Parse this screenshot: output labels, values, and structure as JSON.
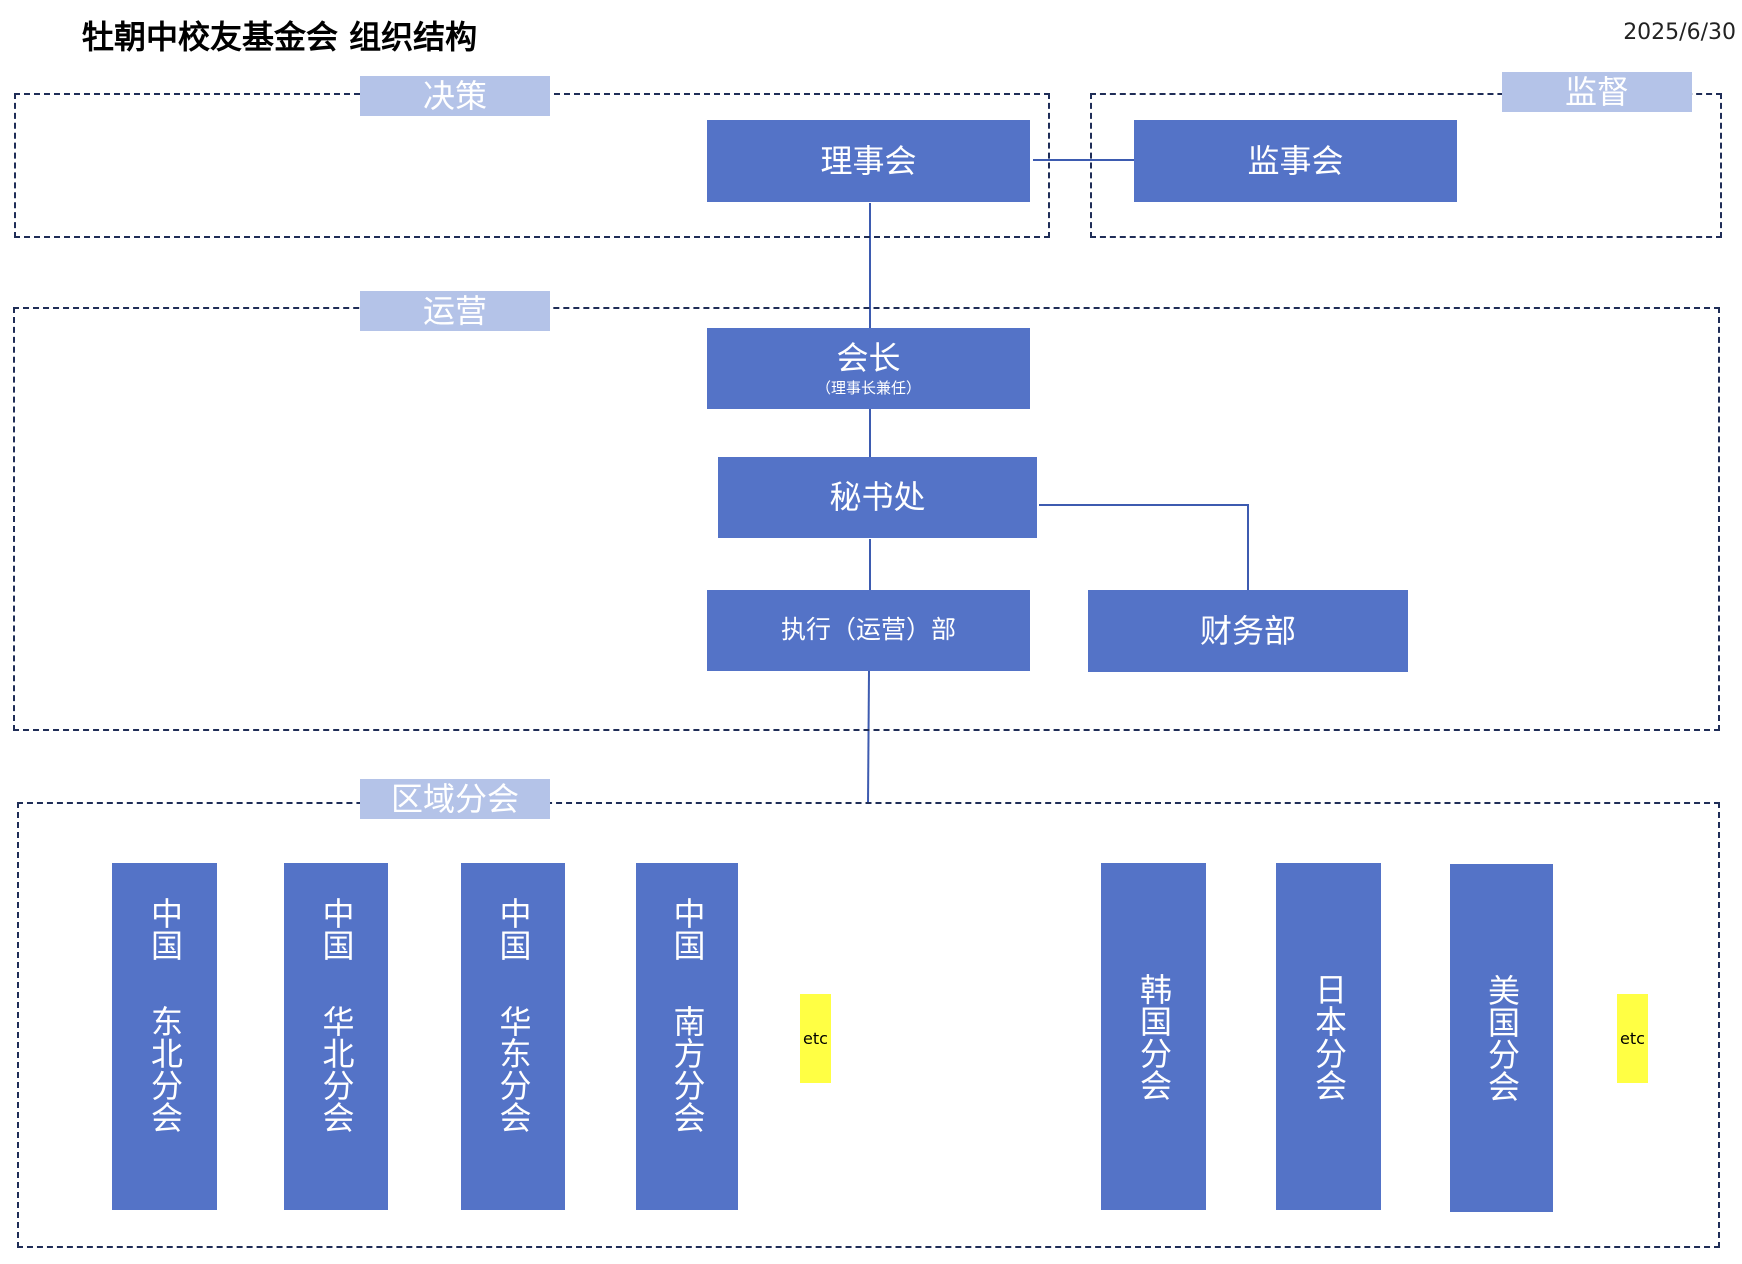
{
  "title": "牡朝中校友基金会 组织结构",
  "date": "2025/6/30",
  "colors": {
    "node": "#5473c7",
    "group_label": "#b4c3e8",
    "border": "#1f2d57",
    "etc": "#ffff44",
    "line": "#3d5bb0"
  },
  "groups": {
    "decision": "决策",
    "supervision": "监督",
    "operation": "运营",
    "regional": "区域分会"
  },
  "nodes": {
    "board": "理事会",
    "supervisors": "监事会",
    "president": "会长",
    "president_note": "（理事长兼任）",
    "secretariat": "秘书处",
    "executive": "执行（运营）部",
    "finance": "财务部"
  },
  "branches": [
    {
      "prefix": "中国",
      "name": "东北分会"
    },
    {
      "prefix": "中国",
      "name": "华北分会"
    },
    {
      "prefix": "中国",
      "name": "华东分会"
    },
    {
      "prefix": "中国",
      "name": "南方分会"
    },
    {
      "name": "韩国分会"
    },
    {
      "name": "日本分会"
    },
    {
      "name": "美国分会"
    }
  ],
  "etc_label": "etc"
}
